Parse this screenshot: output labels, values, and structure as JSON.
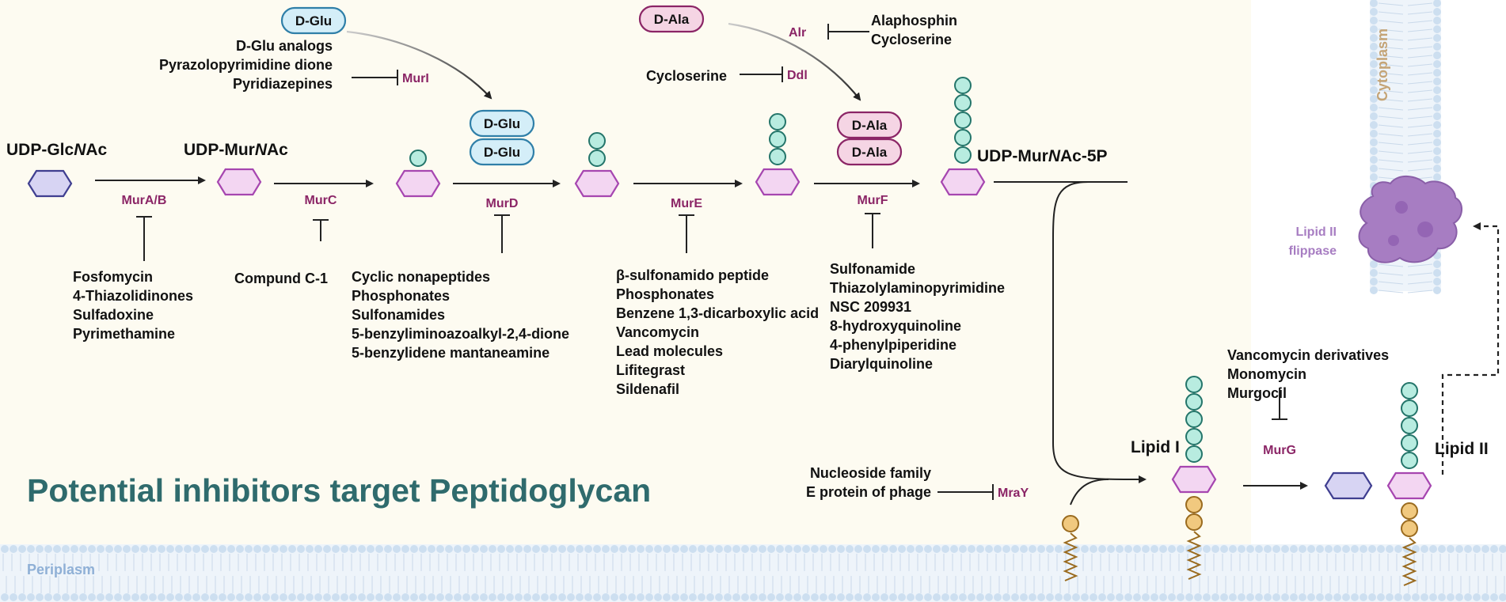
{
  "title": "Potential inhibitors target Peptidoglycan",
  "regions": {
    "periplasm": "Periplasm",
    "cytoplasm": "Cytoplasm"
  },
  "substrates": {
    "udp_glcnac": {
      "pre": "UDP-Glc",
      "italic": "N",
      "post": "Ac"
    },
    "udp_murnac": {
      "pre": "UDP-Mur",
      "italic": "N",
      "post": "Ac"
    },
    "udp_murnac_5p": {
      "pre": "UDP-Mur",
      "italic": "N",
      "post": "Ac-5P"
    },
    "lipid_i": "Lipid I",
    "lipid_ii": "Lipid II"
  },
  "amino_acids": {
    "d_glu_top": "D-Glu",
    "d_glu_1": "D-Glu",
    "d_glu_2": "D-Glu",
    "d_ala_top": "D-Ala",
    "d_ala_1": "D-Ala",
    "d_ala_2": "D-Ala"
  },
  "enzymes": {
    "mura": "MurA/B",
    "murc": "MurC",
    "murd": "MurD",
    "mure": "MurE",
    "murf": "MurF",
    "muri": "MurI",
    "ddl": "Ddl",
    "alr": "Alr",
    "mray": "MraY",
    "murg": "MurG",
    "flippase": [
      "Lipid II",
      "flippase"
    ]
  },
  "inhibitors": {
    "mura": [
      "Fosfomycin",
      "4-Thiazolidinones",
      "Sulfadoxine",
      "Pyrimethamine"
    ],
    "murc": [
      "Compund C-1"
    ],
    "murd": [
      "Cyclic nonapeptides",
      "Phosphonates",
      "Sulfonamides",
      "5-benzyliminoazoalkyl-2,4-dione",
      "5-benzylidene mantaneamine"
    ],
    "mure": [
      "β-sulfonamido peptide",
      "Phosphonates",
      "Benzene 1,3-dicarboxylic acid",
      "Vancomycin",
      "Lead molecules",
      "Lifitegrast",
      "Sildenafil"
    ],
    "murf": [
      "Sulfonamide",
      "Thiazolylaminopyrimidine",
      "NSC 209931",
      "8-hydroxyquinoline",
      "4-phenylpiperidine",
      "Diarylquinoline"
    ],
    "muri": [
      "D-Glu analogs",
      "Pyrazolopyrimidine dione",
      "Pyridiazepines"
    ],
    "ddl": [
      "Cycloserine"
    ],
    "alr": [
      "Alaphosphin",
      "Cycloserine"
    ],
    "mray": [
      "Nucleoside family",
      "E protein of phage"
    ],
    "murg": [
      "Vancomycin derivatives",
      "Monomycin",
      "Murgocil"
    ]
  },
  "colors": {
    "background_panel": "#fdfbf1",
    "enzyme": "#8b2566",
    "title": "#2f6b6d",
    "glcnac_fill": "#d7d4f3",
    "glcnac_stroke": "#3f3e90",
    "murnac_fill": "#f3d6f2",
    "murnac_stroke": "#a646b0",
    "amino_acid_ball": "#b8ece0",
    "amino_acid_stroke": "#24756a",
    "dglu_fill": "#d4eef8",
    "dglu_stroke": "#2f7fa8",
    "dala_fill": "#f5d5e4",
    "dala_stroke": "#8b2566",
    "membrane_head": "#cddff0",
    "lipid_ball": "#f1c97f",
    "lipid_stroke": "#9a6b1f",
    "flippase": "#a77dc2"
  },
  "icons": {
    "arrow": "arrow-right-icon",
    "inhibition": "t-bar-inhibition-icon",
    "glcnac": "hexagon-glcnac-icon",
    "murnac": "hexagon-murnac-icon",
    "amino_acid": "amino-acid-ball-icon",
    "membrane": "lipid-bilayer-icon",
    "flippase": "flippase-protein-icon"
  }
}
